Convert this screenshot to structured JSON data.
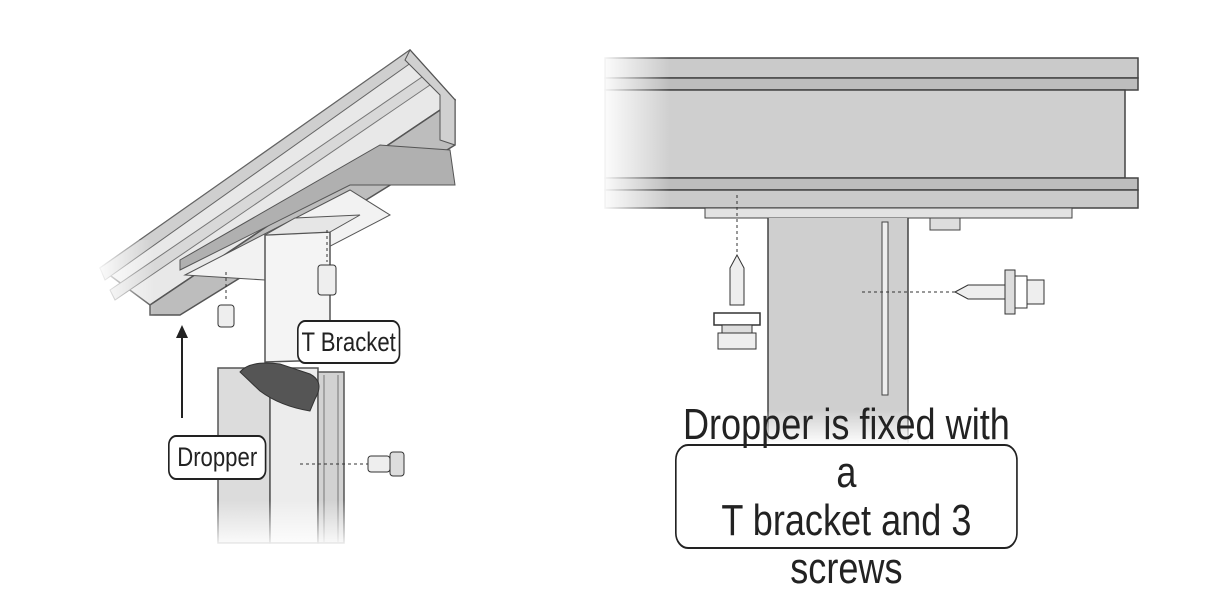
{
  "labels": {
    "t_bracket": "T Bracket",
    "dropper": "Dropper",
    "caption_line1": "Dropper is fixed with a",
    "caption_line2": "T bracket and 3 screws"
  },
  "colors": {
    "metal_light": "#e4e4e4",
    "metal_mid": "#cfcfcf",
    "metal_dark": "#a9a9a9",
    "outline": "#555555",
    "text": "#222222"
  }
}
